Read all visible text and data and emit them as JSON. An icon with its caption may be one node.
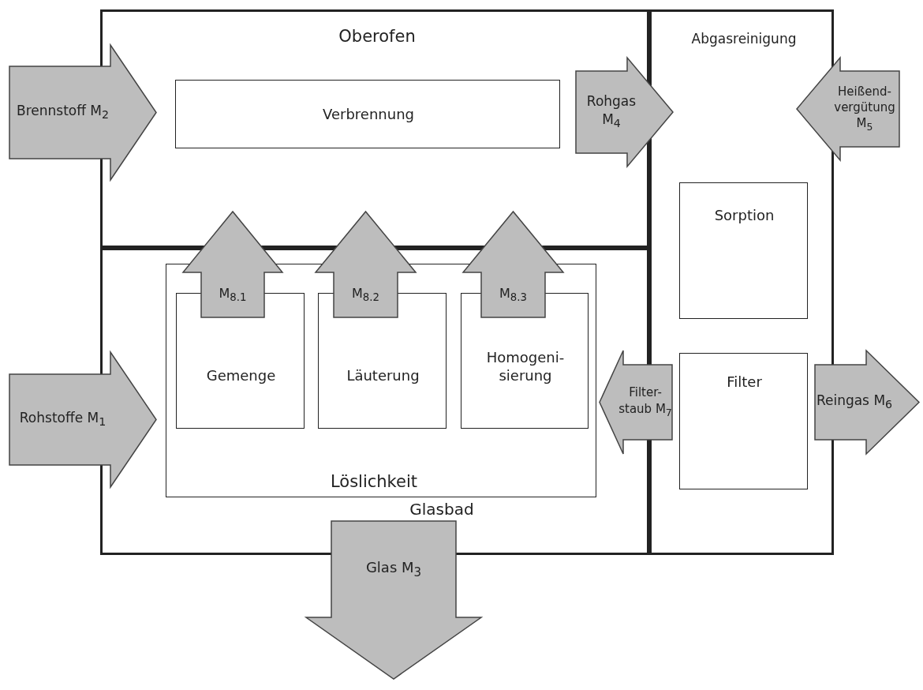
{
  "diagram": {
    "nodes": [
      {
        "text": [
          "Oberofen"
        ]
      },
      {
        "text": [
          "Verbrennung"
        ],
        "in": 0
      },
      {
        "text": [
          "Glasbad"
        ]
      },
      {
        "text": [
          "Löslichkeit"
        ],
        "in": 2
      },
      {
        "text": [
          "Gemenge"
        ],
        "in": 3
      },
      {
        "text": [
          "Läuterung"
        ],
        "in": 3
      },
      {
        "text": [
          "Homogeni-sierung"
        ],
        "in": 3
      },
      {
        "text": [
          "Abgasreinigung"
        ]
      },
      {
        "text": [
          "Sorption"
        ],
        "in": 7
      },
      {
        "text": [
          "Filter"
        ],
        "in": 7
      },
      {
        "text": [
          "Brennstoff M$_{2}$"
        ]
      },
      {
        "text": [
          "Rohstoffe M$_{1}$"
        ]
      },
      {
        "text": [
          "Rohgas M$_{4}$"
        ]
      },
      {
        "text": [
          "Heißend-vergütung M$_{5}$"
        ]
      },
      {
        "text": [
          "M$_{8.1}$"
        ]
      },
      {
        "text": [
          "M$_{8.2}$"
        ]
      },
      {
        "text": [
          "M$_{8.3}$"
        ]
      },
      {
        "text": [
          "Filter-staub M$_{7}$"
        ]
      },
      {
        "text": [
          "Reingas M$_{6}$"
        ]
      },
      {
        "text": [
          "Glas M$_{3}$"
        ]
      }
    ]
  }
}
